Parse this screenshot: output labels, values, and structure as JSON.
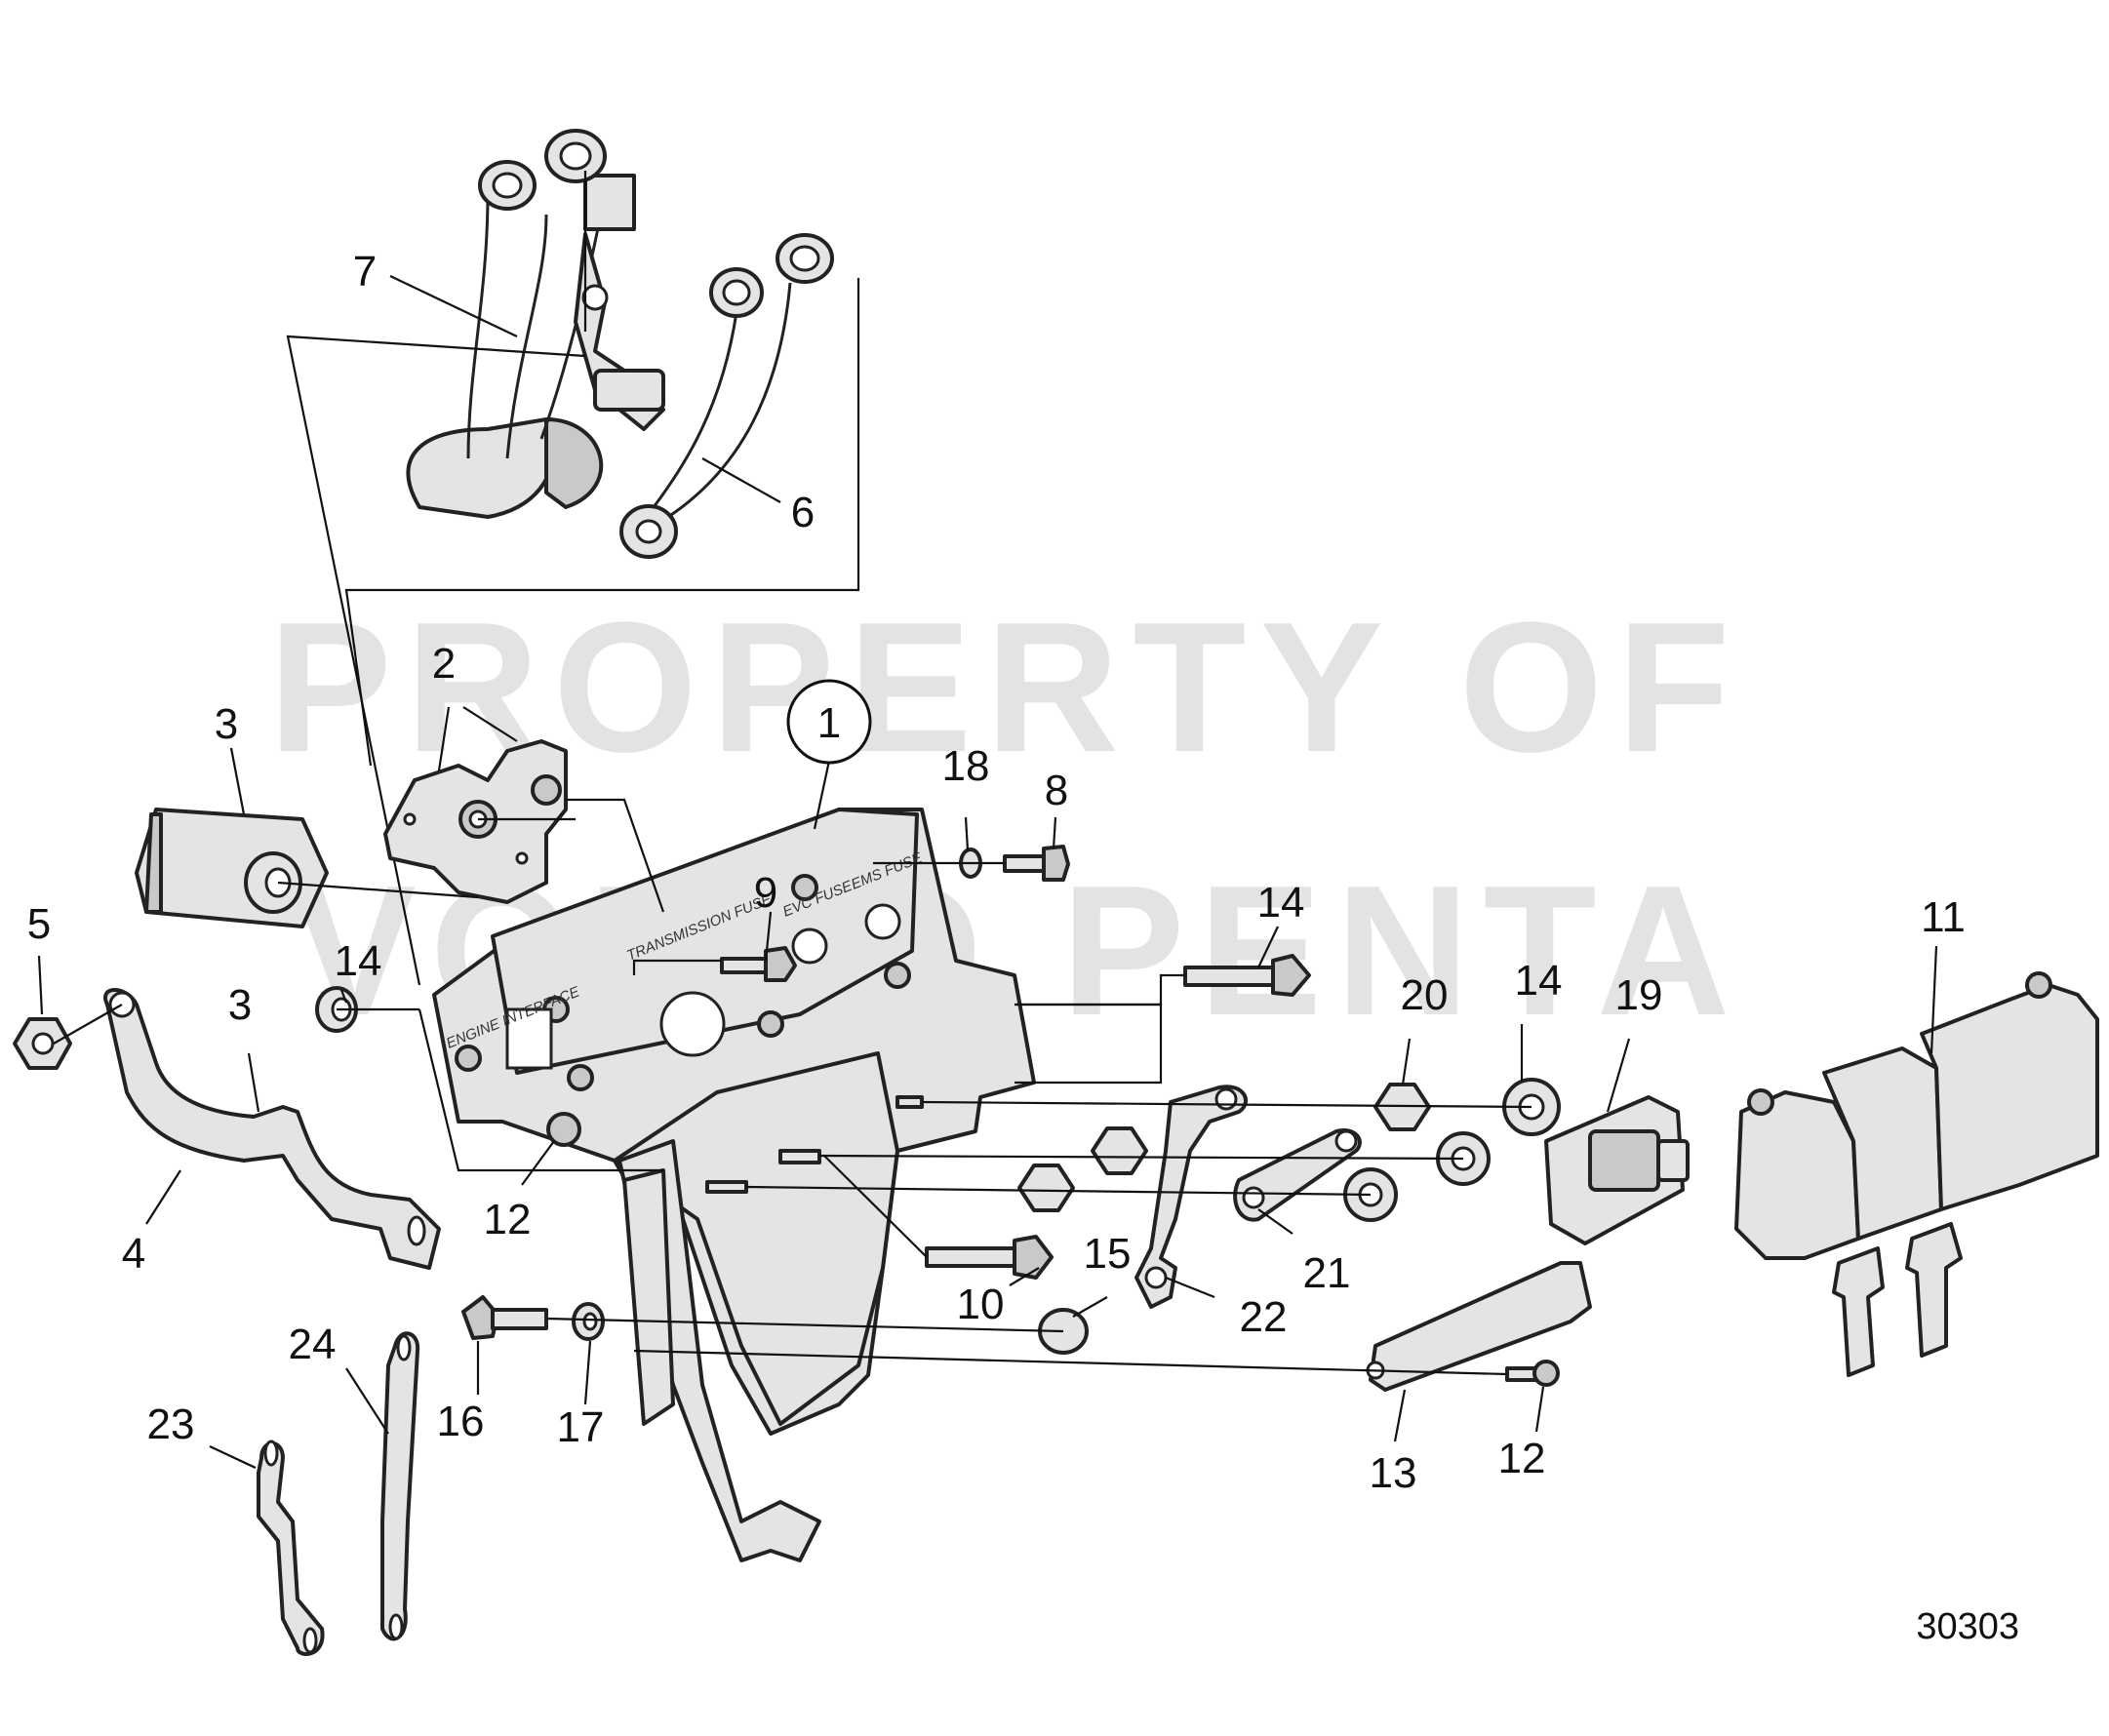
{
  "watermark": {
    "line1": "PROPERTY OF",
    "line2": "VOLVO PENTA"
  },
  "figure_number": "30303",
  "plate_labels": {
    "engine_interface": "ENGINE INTERFACE",
    "transmission_fuse": "TRANSMISSION FUSE",
    "evc_fuse": "EVC FUSE",
    "ems_fuse": "EMS FUSE"
  },
  "callouts": {
    "c1": "1",
    "c2": "2",
    "c3a": "3",
    "c3b": "3",
    "c4": "4",
    "c5": "5",
    "c6": "6",
    "c7": "7",
    "c8": "8",
    "c9": "9",
    "c10": "10",
    "c11": "11",
    "c12a": "12",
    "c12b": "12",
    "c13": "13",
    "c14a": "14",
    "c14b": "14",
    "c14c": "14",
    "c15": "15",
    "c16": "16",
    "c17": "17",
    "c18": "18",
    "c19": "19",
    "c20": "20",
    "c21": "21",
    "c22": "22",
    "c23": "23",
    "c24": "24"
  }
}
